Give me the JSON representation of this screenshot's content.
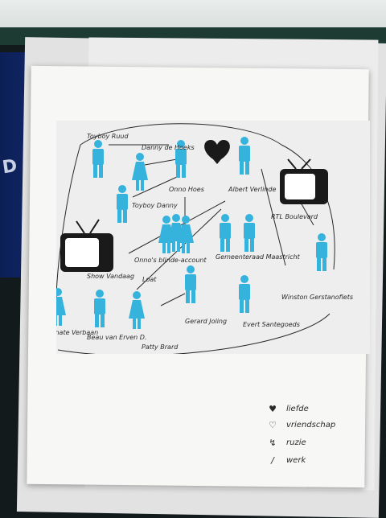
{
  "photo": {
    "book_logo": "D",
    "diagram": {
      "nodes": [
        {
          "id": "toyboy-ruud",
          "label": "Toyboy Ruud"
        },
        {
          "id": "danny-hoeks",
          "label": "Danny de Hoeks"
        },
        {
          "id": "onno-hoes",
          "label": "Onno Hoes"
        },
        {
          "id": "albert-verlinde",
          "label": "Albert Verlinde"
        },
        {
          "id": "toyboy-danny",
          "label": "Toyboy Danny"
        },
        {
          "id": "rtl-boulevard",
          "label": "RTL Boulevard"
        },
        {
          "id": "onnos-blinde-account",
          "label": "Onno's blinde-account"
        },
        {
          "id": "gemeenteraad-maastricht",
          "label": "Gemeenteraad Maastricht"
        },
        {
          "id": "show-vandaag",
          "label": "Show Vandaag"
        },
        {
          "id": "loat",
          "label": "Loat"
        },
        {
          "id": "winston-gerschtanowitz",
          "label": "Winston Gerstanofiets"
        },
        {
          "id": "renate-verbaan",
          "label": "Renate Verbaan"
        },
        {
          "id": "beau-van-erven-d",
          "label": "Beau van Erven D."
        },
        {
          "id": "patty-brard",
          "label": "Patty Brard"
        },
        {
          "id": "gerard-joling",
          "label": "Gerard Joling"
        },
        {
          "id": "evert-santegoeds",
          "label": "Evert Santegoeds"
        }
      ]
    },
    "legend": [
      {
        "symbol": "♥",
        "text": "liefde"
      },
      {
        "symbol": "♡",
        "text": "vriendschap"
      },
      {
        "symbol": "↯",
        "text": "ruzie"
      },
      {
        "symbol": "/",
        "text": "werk"
      }
    ],
    "colors": {
      "figure": "#35b3dc",
      "tv": "#1a1a1a",
      "heart": "#1a1a1a",
      "ink": "#2a2a2a"
    }
  }
}
